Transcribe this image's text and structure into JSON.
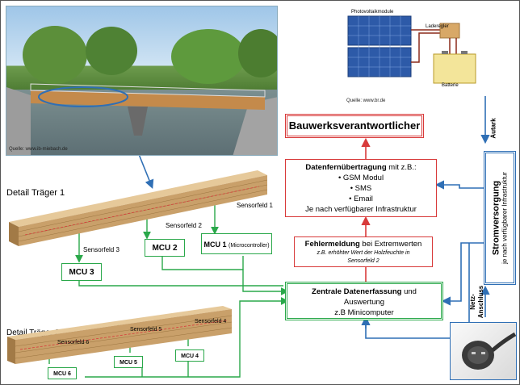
{
  "photo": {
    "credit": "Quelle: www.ib-miebach.de"
  },
  "solar": {
    "module_label": "Photovoltaikmodule",
    "regulator_label": "Laderegler",
    "battery_label": "Batterie",
    "credit": "Quelle: www.br.de"
  },
  "beam1": {
    "title": "Detail Träger 1",
    "sensor1": "Sensorfeld 1",
    "sensor2": "Sensorfeld 2",
    "sensor3": "Sensorfeld 3",
    "mcu1": "MCU 1",
    "mcu1_note": "(Microcontroller)",
    "mcu2": "MCU 2",
    "mcu3": "MCU 3"
  },
  "beam2": {
    "title": "Detail Träger 2",
    "sensor4": "Sensorfeld 4",
    "sensor5": "Sensorfeld 5",
    "sensor6": "Sensorfeld 6",
    "mcu4": "MCU 4",
    "mcu5": "MCU 5",
    "mcu6": "MCU 6"
  },
  "responsible": "Bauwerksverantwortlicher",
  "remote": {
    "title_bold": "Datenfernübertragung",
    "title_rest": " mit z.B.:",
    "items": [
      "• GSM Modul",
      "• SMS",
      "• Email"
    ],
    "footer": "Je nach verfügbarer Infrastruktur"
  },
  "error": {
    "title_bold": "Fehlermeldung",
    "title_rest": " bei Extremwerten",
    "note_line1": "z.B. erhöhter Wert der Holzfeuchte in",
    "note_line2": "Sensorfeld 2"
  },
  "central": {
    "title_bold": "Zentrale Datenerfassung",
    "title_rest": " und",
    "line2": "Auswertung",
    "line3": "z.B Minicomputer"
  },
  "power": {
    "title": "Stromversorgung",
    "subtitle": "je nach verfügbarer Infrastruktur"
  },
  "autark": "Autark",
  "grid": {
    "line1": "Netz-",
    "line2": "Anschluss"
  },
  "colors": {
    "red": "#d83a3a",
    "green": "#2aa84a",
    "blue": "#2f6fb5",
    "wood": "#c9a06a"
  }
}
